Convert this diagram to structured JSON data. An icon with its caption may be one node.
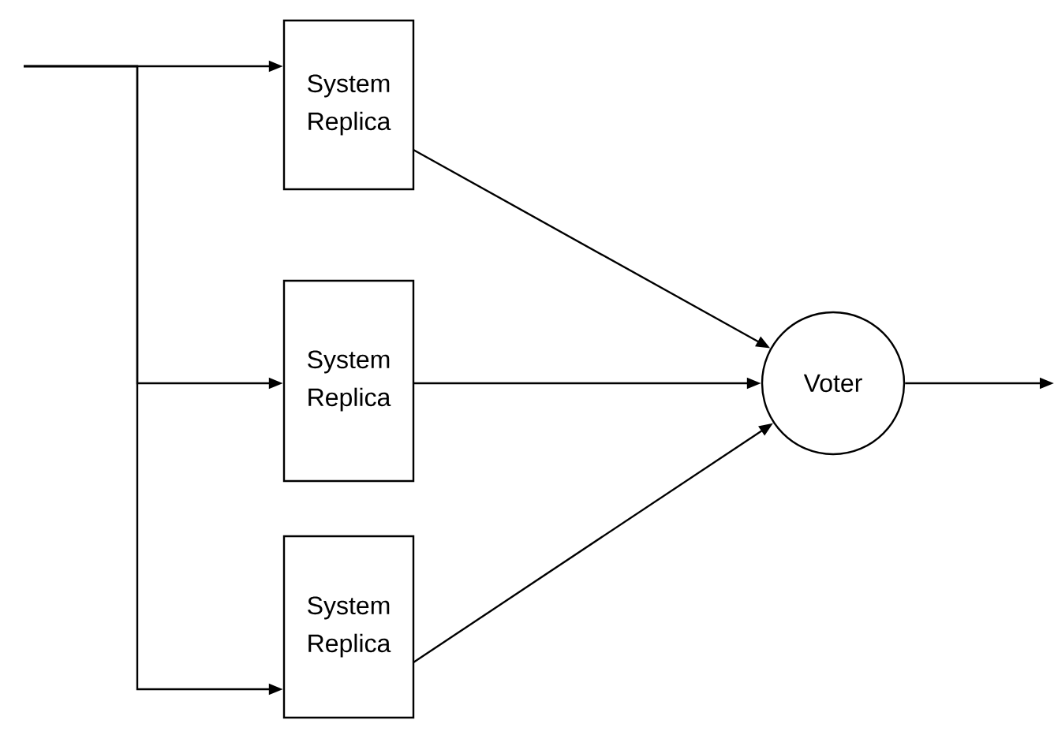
{
  "diagram": {
    "nodes": [
      {
        "text": [
          "System Replica"
        ]
      },
      {
        "text": [
          "System Replica"
        ]
      },
      {
        "text": [
          "System Replica"
        ]
      },
      {
        "text": [
          "Voter"
        ]
      }
    ],
    "edges": [
      {
        "from": null,
        "to": 0,
        "arrow": "to"
      },
      {
        "from": null,
        "to": 1,
        "arrow": "to"
      },
      {
        "from": null,
        "to": 2,
        "arrow": "to"
      },
      {
        "from": 0,
        "to": 3,
        "arrow": "to"
      },
      {
        "from": 1,
        "to": 3,
        "arrow": "to"
      },
      {
        "from": 2,
        "to": 3,
        "arrow": "to"
      },
      {
        "from": 3,
        "to": null,
        "arrow": "to"
      }
    ]
  }
}
